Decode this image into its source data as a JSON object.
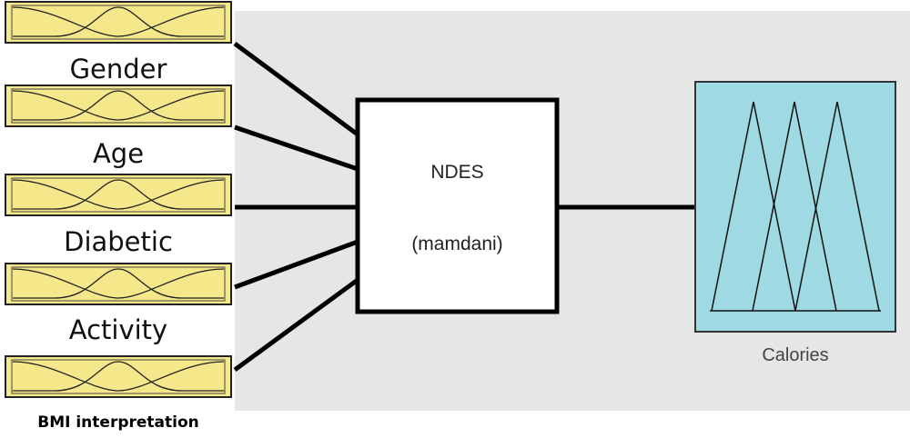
{
  "diagram": {
    "inputs": [
      {
        "label": ""
      },
      {
        "label": "Gender"
      },
      {
        "label": "Age"
      },
      {
        "label": "Diabetic"
      },
      {
        "label": "Activity"
      }
    ],
    "last_input_label": "BMI interpretation",
    "system": {
      "name": "NDES",
      "type": "(mamdani)"
    },
    "output": {
      "label": "Calories"
    },
    "colors": {
      "input_fill": "#f5e88a",
      "output_fill": "#9ed9e4",
      "panel": "#e6e6e6",
      "line": "#000000"
    }
  }
}
